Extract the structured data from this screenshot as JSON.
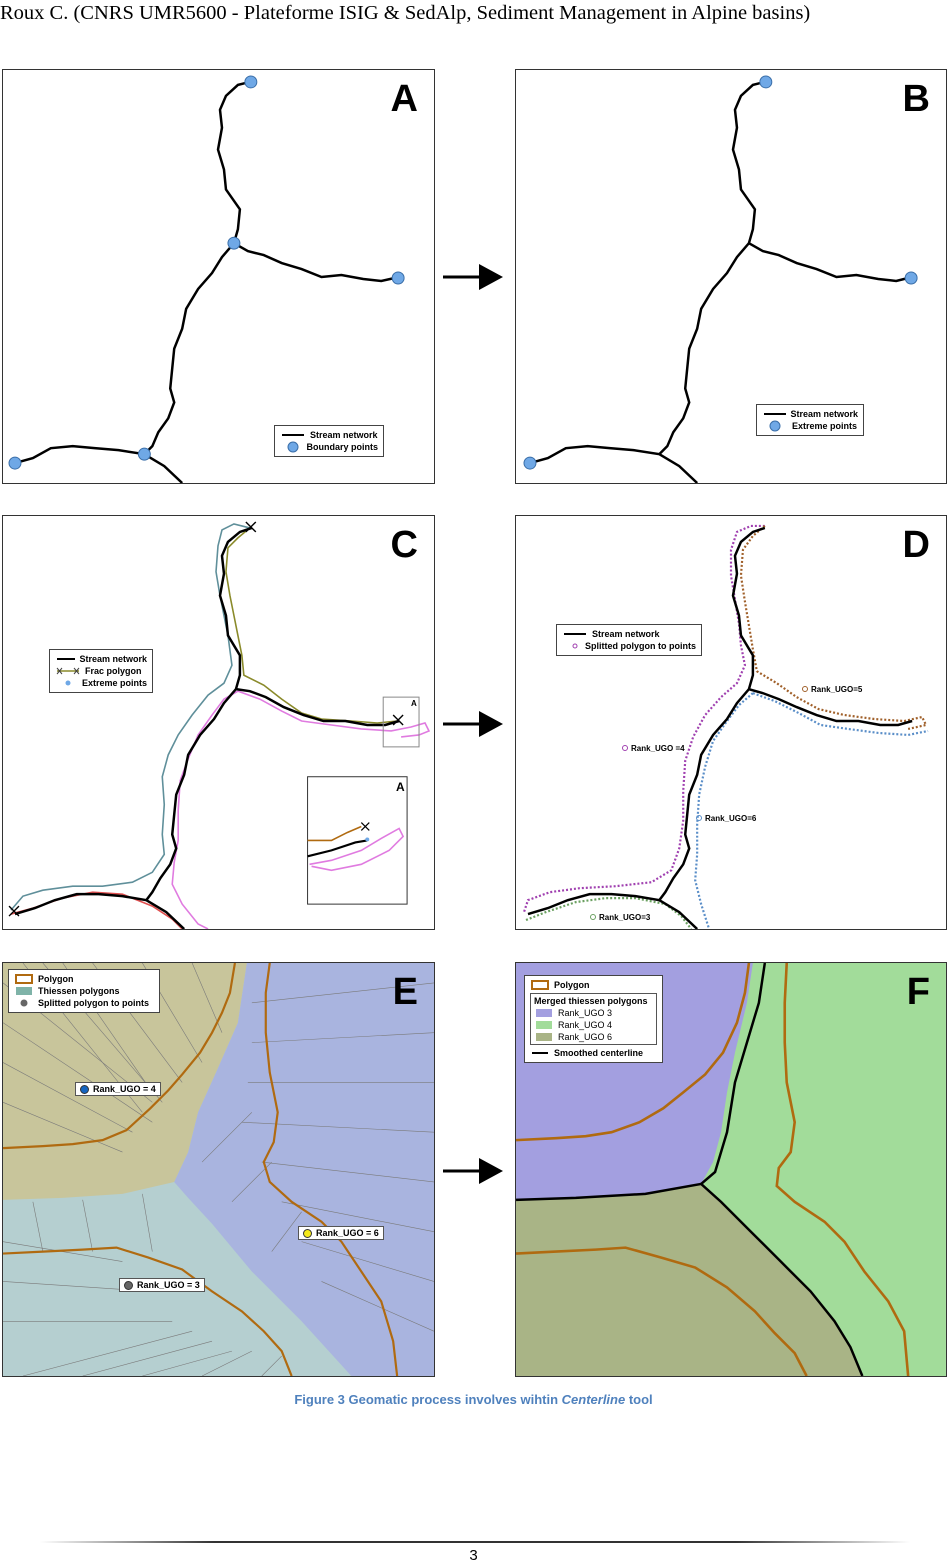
{
  "header": {
    "text": "Roux C. (CNRS UMR5600 - Plateforme ISIG & SedAlp, Sediment Management in Alpine basins)"
  },
  "panels": {
    "A": {
      "label": "A",
      "legend": [
        "Stream network",
        "Boundary points"
      ]
    },
    "B": {
      "label": "B",
      "legend": [
        "Stream network",
        "Extreme points"
      ]
    },
    "C": {
      "label": "C",
      "legend": [
        "Stream network",
        "Frac polygon",
        "Extreme points"
      ],
      "inset_label": "A",
      "inset_box_label": "A"
    },
    "D": {
      "label": "D",
      "legend": [
        "Stream network",
        "Splitted polygon to points"
      ],
      "tags": [
        "Rank_UGO=5",
        "Rank_UGO =4",
        "Rank_UGO=6",
        "Rank_UGO=3"
      ]
    },
    "E": {
      "label": "E",
      "legend": [
        "Polygon",
        "Thiessen polygons",
        "Splitted polygon to points"
      ],
      "tags": [
        "Rank_UGO = 4",
        "Rank_UGO = 6",
        "Rank_UGO = 3"
      ]
    },
    "F": {
      "label": "F",
      "legend": {
        "polygon": "Polygon",
        "group_title": "Merged thiessen polygons",
        "items": [
          "Rank_UGO 3",
          "Rank_UGO 4",
          "Rank_UGO 6"
        ],
        "line": "Smoothed centerline"
      }
    }
  },
  "colors": {
    "point_blue": "#6fa8e6",
    "frac_olive": "#8a8a2a",
    "pink": "#e07be0",
    "brown": "#b06a10",
    "thiessen_olive": "#c8c59b",
    "thiessen_blue": "#a9b4df",
    "thiessen_teal": "#b5cfd0",
    "merged_purple": "#a39fe0",
    "merged_green": "#a2dc9a",
    "merged_olive": "#a9b486",
    "caption": "#4f81bd"
  },
  "caption": {
    "prefix": "Figure 3 Geomatic process involves wihtin ",
    "italic": "Centerline",
    "suffix": " tool"
  },
  "page_number": "3"
}
